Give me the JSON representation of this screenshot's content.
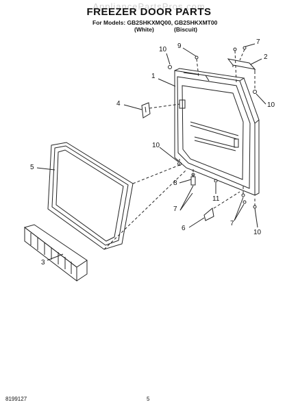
{
  "header": {
    "watermark": "AppliancePartsPros.com",
    "title": "FREEZER DOOR PARTS",
    "models_line": "For Models: GB2SHKXMQ00, GB2SHKXMT00",
    "variant_white": "(White)",
    "variant_biscuit": "(Biscuit)"
  },
  "callouts": [
    {
      "id": "c10a",
      "label": "10"
    },
    {
      "id": "c9",
      "label": "9"
    },
    {
      "id": "c7a",
      "label": "7"
    },
    {
      "id": "c2",
      "label": "2"
    },
    {
      "id": "c1",
      "label": "1"
    },
    {
      "id": "c10b",
      "label": "10"
    },
    {
      "id": "c4",
      "label": "4"
    },
    {
      "id": "c10c",
      "label": "10"
    },
    {
      "id": "c5",
      "label": "5"
    },
    {
      "id": "c8",
      "label": "8"
    },
    {
      "id": "c11",
      "label": "11"
    },
    {
      "id": "c7b",
      "label": "7"
    },
    {
      "id": "c6",
      "label": "6"
    },
    {
      "id": "c7c",
      "label": "7"
    },
    {
      "id": "c10d",
      "label": "10"
    },
    {
      "id": "c3",
      "label": "3"
    }
  ],
  "footer": {
    "doc_number": "8199127",
    "page_number": "5"
  }
}
